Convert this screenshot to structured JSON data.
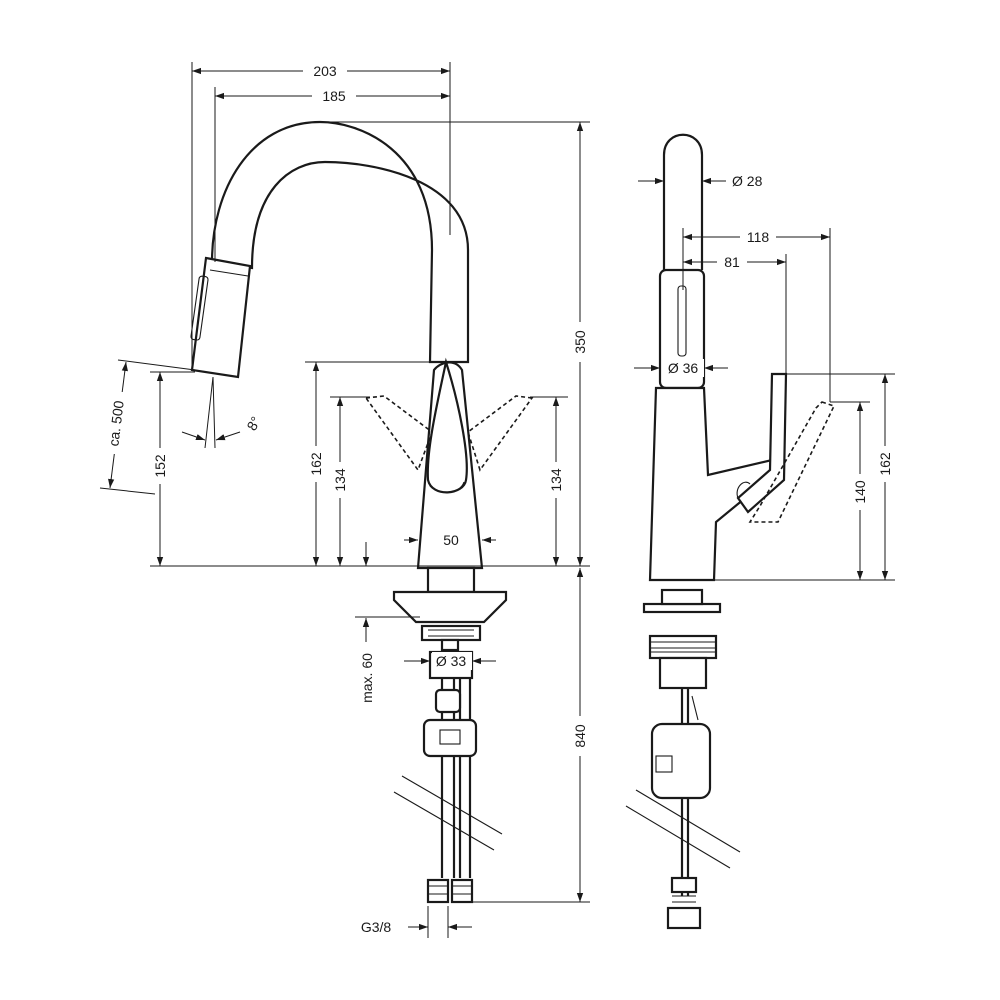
{
  "colors": {
    "line": "#1a1a1a",
    "background": "#ffffff"
  },
  "front_view": {
    "dim_overall_width": "203",
    "dim_spout_reach": "185",
    "dim_total_height": "350",
    "dim_hose_extension": "ca. 500",
    "dim_outlet_height": "152",
    "dim_spray_angle": "8°",
    "dim_lever_height": "162",
    "dim_lever_left": "134",
    "dim_lever_right": "134",
    "dim_base_diameter": "50",
    "dim_mount_thickness": "max. 60",
    "dim_shank_diameter": "Ø 33",
    "dim_hose_length": "840",
    "dim_connection_thread": "G3/8"
  },
  "side_view": {
    "dim_spout_diameter": "Ø 28",
    "dim_lever_reach_max": "118",
    "dim_lever_reach": "81",
    "dim_body_diameter": "Ø 36",
    "dim_lever_height_low": "140",
    "dim_lever_height_high": "162"
  }
}
